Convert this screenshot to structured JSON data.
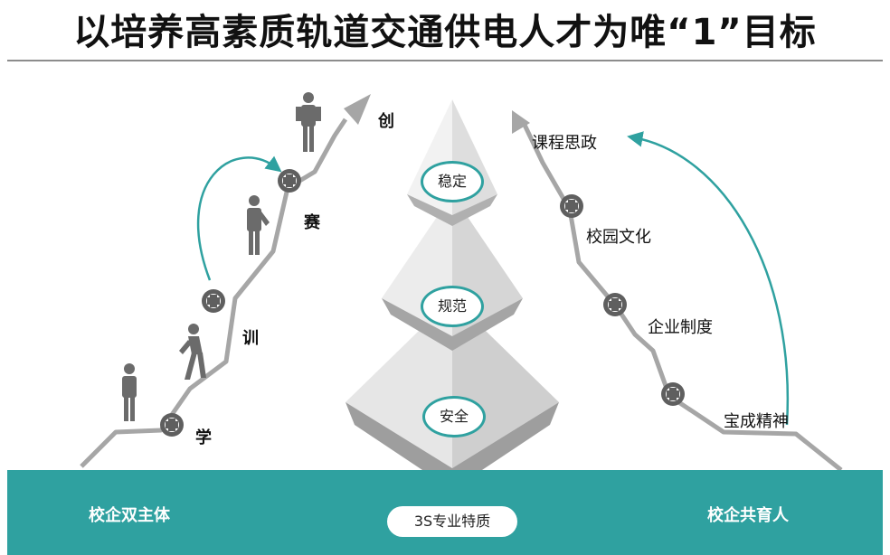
{
  "title": "以培养高素质轨道交通供电人才为唯“1”目标",
  "left_steps": [
    "学",
    "训",
    "赛",
    "创"
  ],
  "pyramid_tiers": [
    "稳定",
    "规范",
    "安全"
  ],
  "right_steps": [
    "课程思政",
    "校园文化",
    "企业制度",
    "宝成精神"
  ],
  "band": {
    "left_label": "校企双主体",
    "right_label": "校企共育人",
    "base_label": "3S专业特质"
  },
  "colors": {
    "teal": "#2fa1a0",
    "line_gray": "#a6a6a6",
    "figure_gray": "#6b6b6b"
  },
  "icons": [
    "person-icon",
    "walking-person-icon",
    "plus-circle-icon",
    "arrow-up-icon"
  ]
}
